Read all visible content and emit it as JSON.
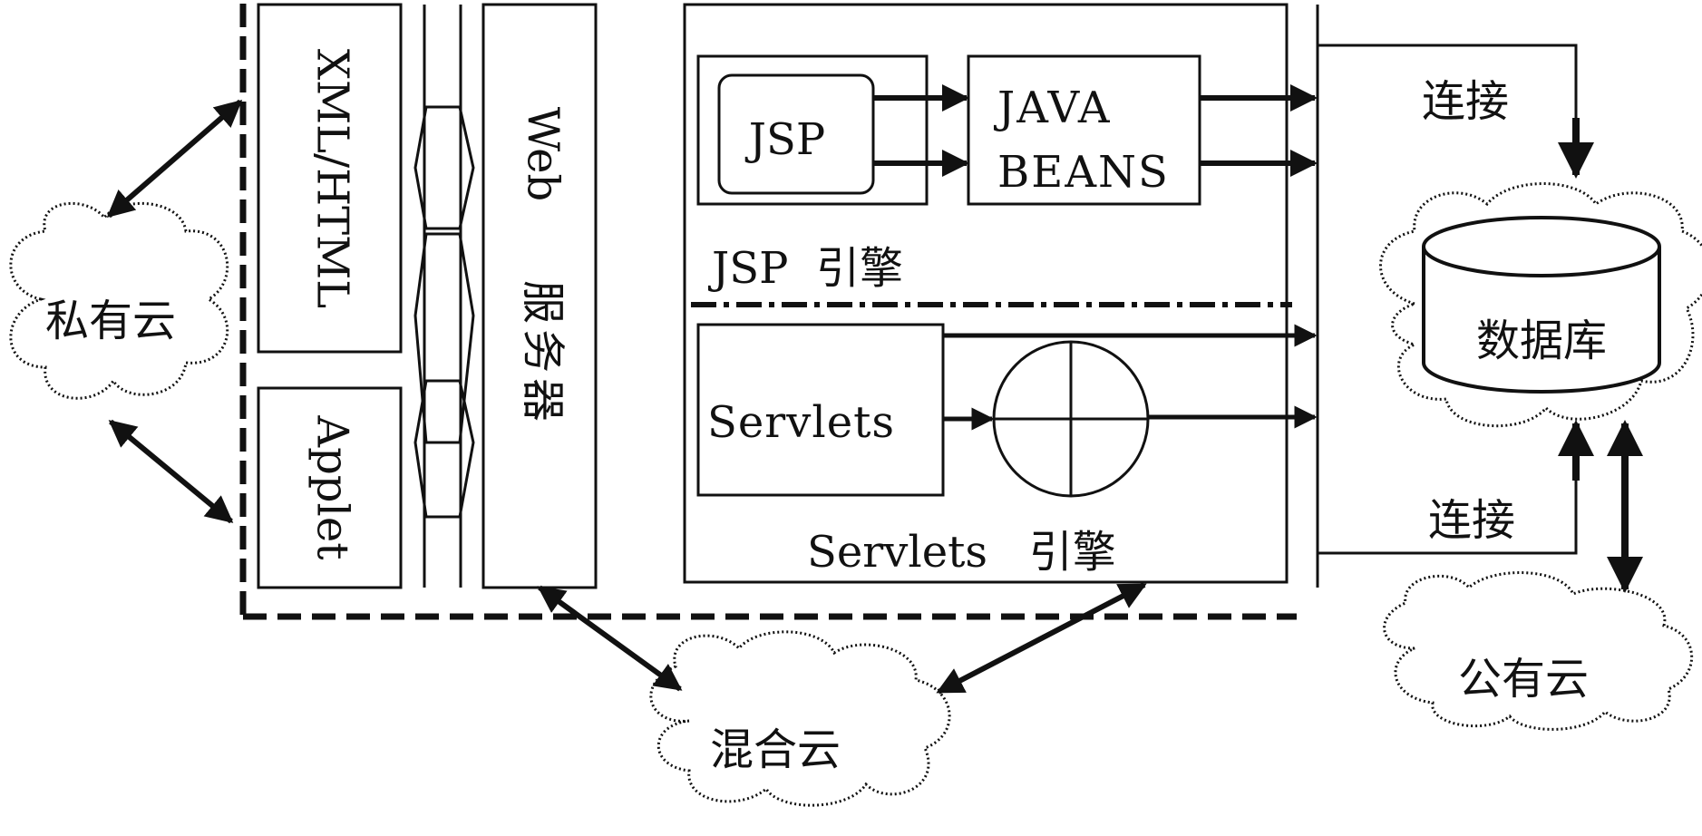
{
  "diagram": {
    "private_cloud": "私有云",
    "hybrid_cloud": "混合云",
    "public_cloud": "公有云",
    "xml_html": "XML/HTML",
    "applet": "Applet",
    "web_server": {
      "line1": "Web",
      "line2": "服务器"
    },
    "jsp": "JSP",
    "java_beans": {
      "line1": "JAVA",
      "line2": "BEANS"
    },
    "jsp_engine": "JSP  引擎",
    "servlets": "Servlets",
    "servlets_engine": "Servlets   引擎",
    "database": "数据库",
    "connect_top": "连接",
    "connect_bottom": "连接"
  },
  "colors": {
    "stroke": "#111111",
    "background": "#ffffff"
  }
}
